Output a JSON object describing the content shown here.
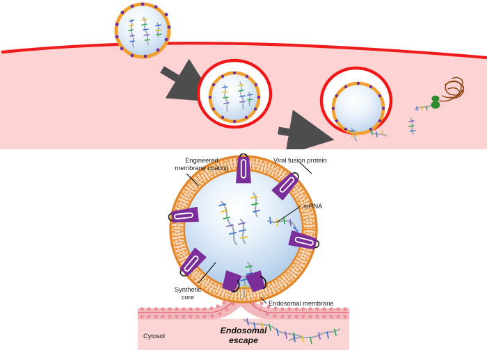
{
  "figure": {
    "title_visible": false,
    "panels": [
      {
        "id": "top",
        "name": "endocytosis-and-escape-overview",
        "background_color": "#fdd3d3",
        "membrane_color": "#ee1c1c"
      },
      {
        "id": "bottom",
        "name": "particle-detail-schematic",
        "background_color": "#ffffff",
        "cytosol_color": "#fbd5d5"
      }
    ]
  },
  "labels": {
    "engineered_membrane_coating": {
      "line1": "Engineered",
      "line2": "membrane coating"
    },
    "viral_fusion_protein": "Viral fusion protein",
    "mrna": "mRNA",
    "synthetic_core": {
      "line1": "Synthetic",
      "line2": "core"
    },
    "endosomal_membrane": "Endosomal membrane",
    "endosomal_escape": {
      "line1": "Endosomal",
      "line2": "escape"
    },
    "cytosol": "Cytosol"
  },
  "colors": {
    "cell_membrane": "#ee1c1c",
    "endosome_ring": "#f01717",
    "lipid_head_orange": "#f0a030",
    "lipid_tail_orange": "#e98b2a",
    "fusion_protein_purple": "#7b2d99",
    "vesicle_fill_light": "#ffffff",
    "vesicle_fill_edge": "#b9d3ee",
    "coating_orange": "#e1852c",
    "endosomal_membrane_pink": "#d9626e",
    "cytosol_pink": "#fbd5d5",
    "panel_pink": "#fdd3d3",
    "arrow_gray": "#4d4d4d",
    "ribosome_green": "#2e8b2e",
    "protein_brown": "#8b4513",
    "mrna_backbone": "#9aa5ad",
    "mrna_tick_blue": "#3b6fd4",
    "mrna_tick_yellow": "#e8c020",
    "mrna_tick_green": "#2faa4a",
    "mrna_tick_purple": "#7b5fc0"
  },
  "top_panel_elements": {
    "vesicle_entering": {
      "name": "mrna-particle-at-cell-surface",
      "has_mrna": true
    },
    "endosome_early": {
      "name": "early-endosome-with-particle",
      "has_mrna": true
    },
    "endosome_late": {
      "name": "late-endosome-particle-emptied",
      "has_mrna": false
    },
    "arrow_1": "arrow-uptake",
    "arrow_2": "arrow-escape",
    "ribosome": {
      "name": "ribosome-translating-mrna",
      "lobes": 2
    },
    "nascent_protein": "folded-protein-chain"
  },
  "bottom_panel_elements": {
    "fusion_proteins_count": 6,
    "mrna_strands_inside": 5,
    "mrna_strands_cytosol": 3,
    "fusion_pore": "membrane-fusion-pore"
  }
}
